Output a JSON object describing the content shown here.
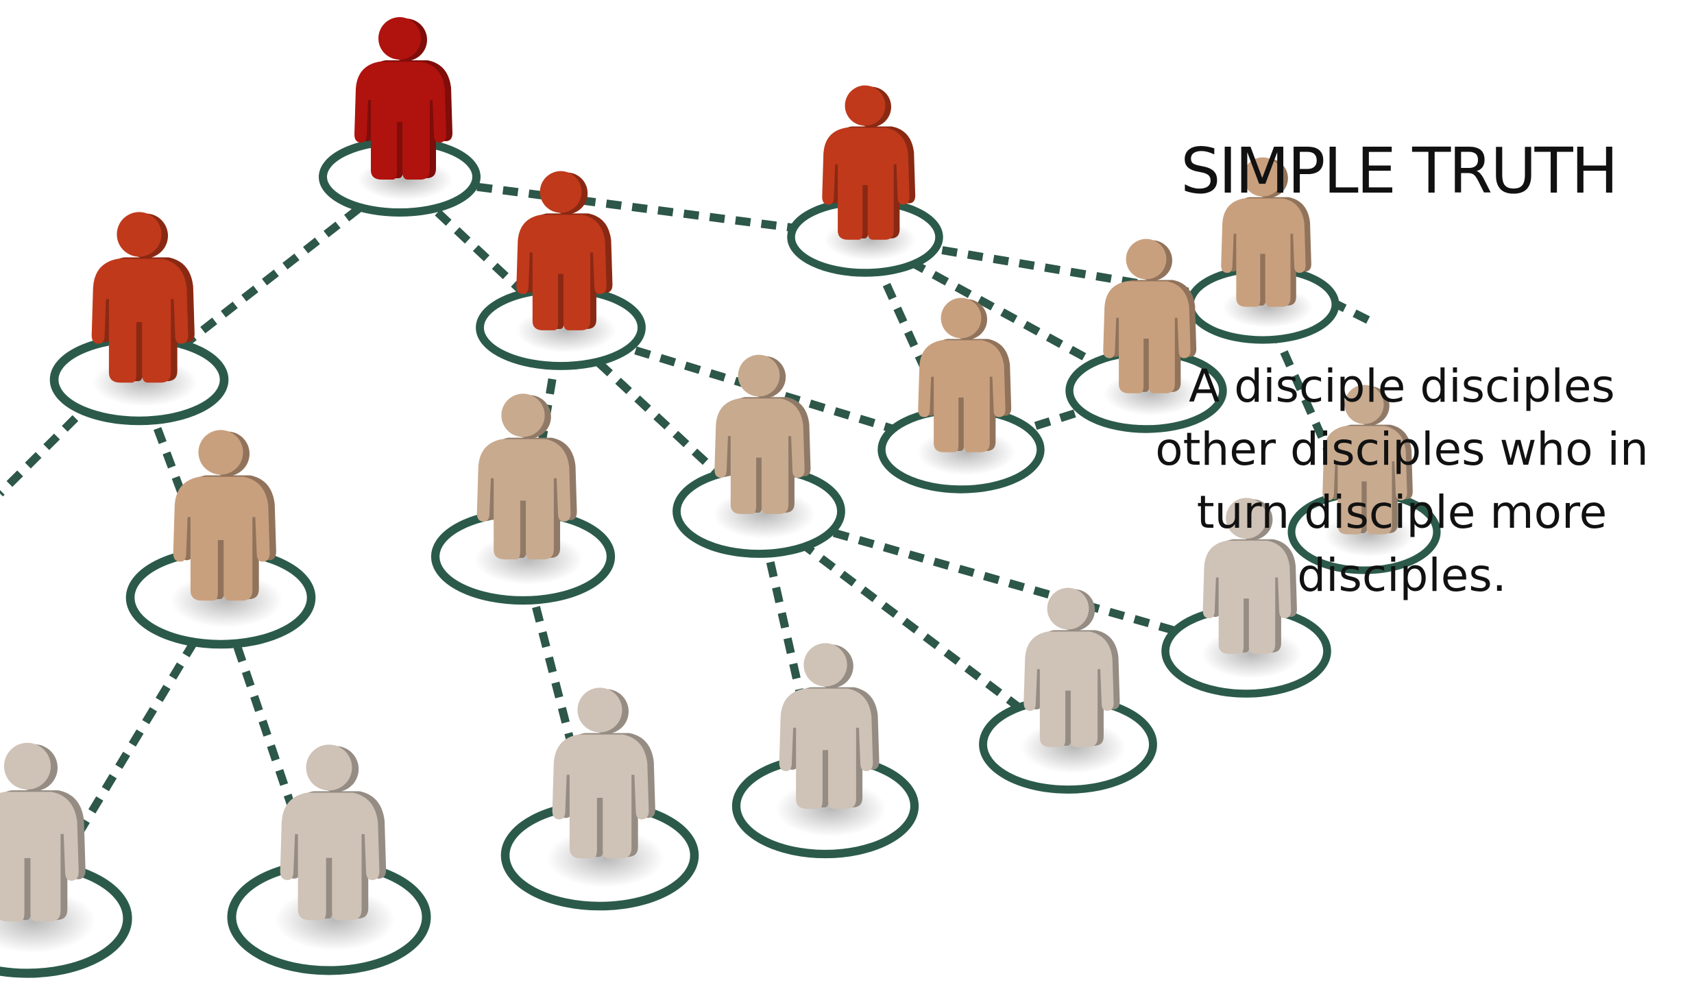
{
  "slide": {
    "title": "SIMPLE TRUTH",
    "body": "A disciple disciples other disciples who in turn disciple more disciples."
  },
  "colors": {
    "ring": "#2b5a4b",
    "dash": "#2d5748",
    "leader_red": "#b0120e",
    "level1_red": "#c0391b",
    "level2_tan": "#c9a07e",
    "level3_tan": "#c8aa8f",
    "level4_grey": "#cfc2b6",
    "text": "#111111"
  },
  "icons": {
    "person": "person-figure-icon",
    "ring": "base-ring"
  }
}
